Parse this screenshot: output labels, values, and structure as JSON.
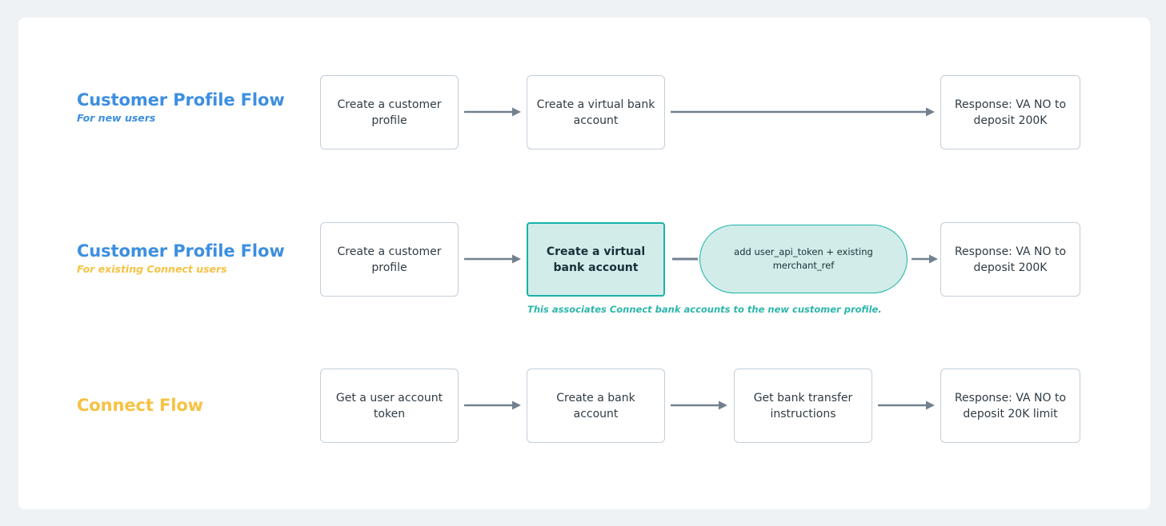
{
  "canvas": {
    "background_color": "#eff2f5",
    "card_color": "#ffffff"
  },
  "colors": {
    "blue": "#3d8fe0",
    "amber": "#f6c243",
    "teal": "#23b5a8",
    "teal_fill": "#d2ece9",
    "node_border": "#c3cfda",
    "arrow": "#73818f",
    "text": "#2f3b45"
  },
  "rows": [
    {
      "id": "customer-profile-flow-new",
      "title": "Customer Profile Flow",
      "subtitle": "For new users",
      "title_color": "#3d8fe0",
      "subtitle_color": "#3d8fe0",
      "nodes": [
        {
          "id": "create-customer-profile",
          "label": "Create a customer profile",
          "style": "plain"
        },
        {
          "id": "create-virtual-bank-account",
          "label": "Create a virtual bank account",
          "style": "plain"
        },
        {
          "id": "response-va-no-200k",
          "label": "Response: VA NO to deposit 200K",
          "style": "plain"
        }
      ],
      "connectors": [
        "arrow",
        "arrow-long"
      ]
    },
    {
      "id": "customer-profile-flow-existing",
      "title": "Customer Profile Flow",
      "subtitle": "For existing Connect users",
      "title_color": "#3d8fe0",
      "subtitle_color": "#f6c243",
      "nodes": [
        {
          "id": "create-customer-profile",
          "label": "Create a customer profile",
          "style": "plain"
        },
        {
          "id": "create-virtual-bank-account",
          "label": "Create a virtual bank account",
          "style": "teal"
        },
        {
          "id": "add-user-api-token",
          "label": "add user_api_token + existing merchant_ref",
          "style": "oval"
        },
        {
          "id": "response-va-no-200k",
          "label": "Response: VA NO to deposit 200K",
          "style": "plain"
        }
      ],
      "connectors": [
        "arrow",
        "line",
        "arrow"
      ],
      "annotation": "This associates Connect bank accounts to the new customer profile."
    },
    {
      "id": "connect-flow",
      "title": "Connect Flow",
      "subtitle": "",
      "title_color": "#f6c243",
      "subtitle_color": "#f6c243",
      "nodes": [
        {
          "id": "get-user-account-token",
          "label": "Get a user account token",
          "style": "plain"
        },
        {
          "id": "create-bank-account",
          "label": "Create a bank account",
          "style": "plain"
        },
        {
          "id": "get-bank-transfer-instructions",
          "label": "Get bank transfer instructions",
          "style": "plain"
        },
        {
          "id": "response-va-no-20k-limit",
          "label": "Response: VA NO to deposit 20K limit",
          "style": "plain"
        }
      ],
      "connectors": [
        "arrow",
        "arrow",
        "arrow"
      ]
    }
  ]
}
